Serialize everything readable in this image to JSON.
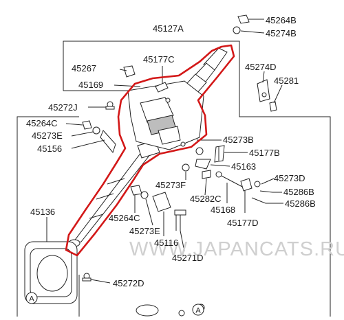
{
  "watermark": "WWW.JAPANCATS.RU",
  "callouts": [
    {
      "id": "p45127A",
      "text": "45127A"
    },
    {
      "id": "p45264B",
      "text": "45264B"
    },
    {
      "id": "p45274B",
      "text": "45274B"
    },
    {
      "id": "p45267",
      "text": "45267"
    },
    {
      "id": "p45177C",
      "text": "45177C"
    },
    {
      "id": "p45274D",
      "text": "45274D"
    },
    {
      "id": "p45169",
      "text": "45169"
    },
    {
      "id": "p45281",
      "text": "45281"
    },
    {
      "id": "p45272J",
      "text": "45272J"
    },
    {
      "id": "p45264C_a",
      "text": "45264C"
    },
    {
      "id": "p45273E_a",
      "text": "45273E"
    },
    {
      "id": "p45156",
      "text": "45156"
    },
    {
      "id": "p45273B",
      "text": "45273B"
    },
    {
      "id": "p45177B",
      "text": "45177B"
    },
    {
      "id": "p45163",
      "text": "45163"
    },
    {
      "id": "p45273F",
      "text": "45273F"
    },
    {
      "id": "p45273D",
      "text": "45273D"
    },
    {
      "id": "p45286B_a",
      "text": "45286B"
    },
    {
      "id": "p45282C",
      "text": "45282C"
    },
    {
      "id": "p45286B_b",
      "text": "45286B"
    },
    {
      "id": "p45136",
      "text": "45136"
    },
    {
      "id": "p45168",
      "text": "45168"
    },
    {
      "id": "p45264C_b",
      "text": "45264C"
    },
    {
      "id": "p45177D",
      "text": "45177D"
    },
    {
      "id": "p45273E_b",
      "text": "45273E"
    },
    {
      "id": "p45116",
      "text": "45116"
    },
    {
      "id": "p45271D",
      "text": "45271D"
    },
    {
      "id": "p45272D",
      "text": "45272D"
    }
  ],
  "markers": {
    "circle_a_top": "A",
    "circle_a_bottom": "A"
  }
}
